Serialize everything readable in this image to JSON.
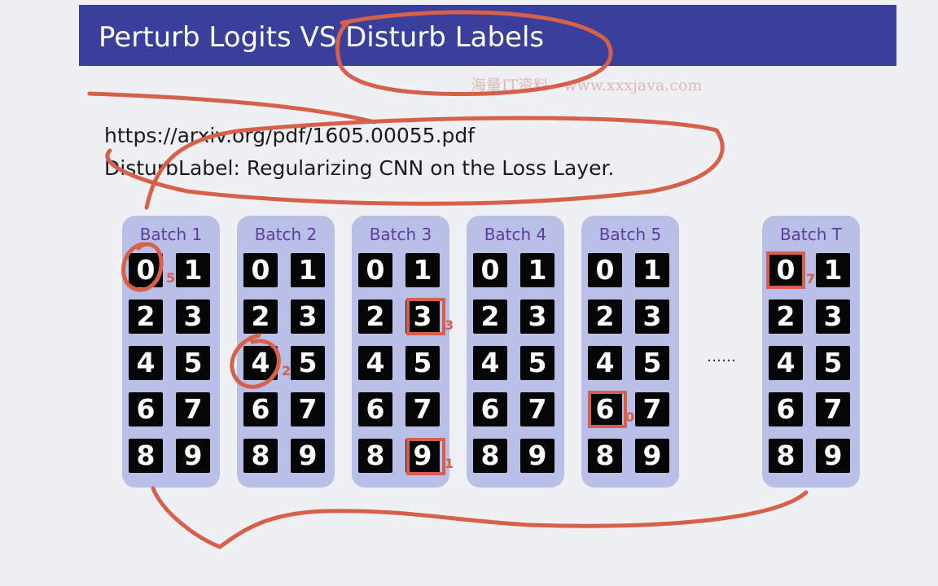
{
  "title": "Perturb Logits VS  Disturb Labels",
  "watermark": "海量IT资料 · www.xxxjava.com",
  "reference": {
    "url": "https://arxiv.org/pdf/1605.00055.pdf",
    "paper": "DisturbLabel: Regularizing CNN on the Loss Layer."
  },
  "batches": [
    {
      "label": "Batch 1",
      "digits": [
        "0",
        "1",
        "2",
        "3",
        "4",
        "5",
        "6",
        "7",
        "8",
        "9"
      ]
    },
    {
      "label": "Batch 2",
      "digits": [
        "0",
        "1",
        "2",
        "3",
        "4",
        "5",
        "6",
        "7",
        "8",
        "9"
      ]
    },
    {
      "label": "Batch 3",
      "digits": [
        "0",
        "1",
        "2",
        "3",
        "4",
        "5",
        "6",
        "7",
        "8",
        "9"
      ]
    },
    {
      "label": "Batch 4",
      "digits": [
        "0",
        "1",
        "2",
        "3",
        "4",
        "5",
        "6",
        "7",
        "8",
        "9"
      ]
    },
    {
      "label": "Batch 5",
      "digits": [
        "0",
        "1",
        "2",
        "3",
        "4",
        "5",
        "6",
        "7",
        "8",
        "9"
      ]
    },
    {
      "label": "Batch T",
      "digits": [
        "0",
        "1",
        "2",
        "3",
        "4",
        "5",
        "6",
        "7",
        "8",
        "9"
      ]
    }
  ],
  "ellipsis": "……",
  "disturbed_labels": [
    {
      "batch": "Batch 1",
      "digit": "0",
      "new_label": "5"
    },
    {
      "batch": "Batch 2",
      "digit": "4",
      "new_label": "2"
    },
    {
      "batch": "Batch 3",
      "digit": "3",
      "new_label": "3"
    },
    {
      "batch": "Batch 3",
      "digit": "9",
      "new_label": "1"
    },
    {
      "batch": "Batch 5",
      "digit": "6",
      "new_label": "0"
    },
    {
      "batch": "Batch T",
      "digit": "0",
      "new_label": "7"
    }
  ],
  "colors": {
    "title_bar": "#3a3f9b",
    "batch_panel": "#b9bfe6",
    "batch_label": "#5b3f9e",
    "annotation": "#d6604a"
  }
}
